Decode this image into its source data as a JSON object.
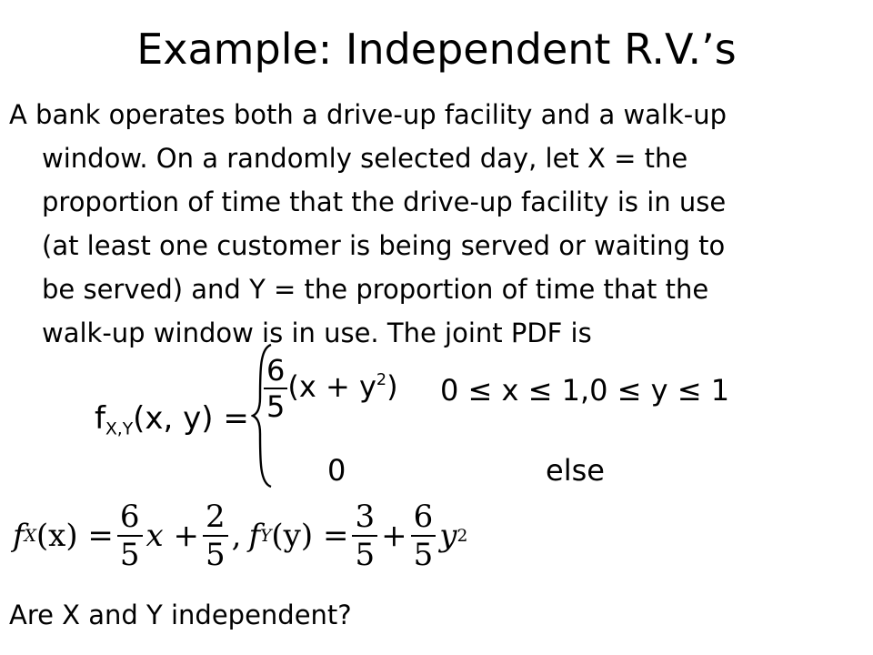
{
  "slide": {
    "title": "Example: Independent R.V.’s",
    "paragraph": [
      "A bank operates both a drive-up facility and a walk-up",
      "window. On a randomly selected day, let X = the",
      "proportion of time that the drive-up facility is in use",
      "(at least one customer is being served or waiting to",
      "be served) and Y = the proportion of time that the",
      "walk-up window is in use. The joint PDF is"
    ],
    "pdf": {
      "lhs_f": "f",
      "lhs_sub": "X,Y",
      "lhs_args": "(x, y) =",
      "case1_num": "6",
      "case1_den": "5",
      "case1_expr_open": "(x + y",
      "case1_exp": "2",
      "case1_expr_close": ")",
      "case1_condition": "0 ≤ x ≤ 1,0 ≤ y ≤ 1",
      "case2_value": "0",
      "case2_condition": "else"
    },
    "marginals": {
      "fx_f": "f",
      "fx_sub": "X",
      "fx_args": "(x) =",
      "fx_n1": "6",
      "fx_d1": "5",
      "fx_var": "x +",
      "fx_n2": "2",
      "fx_d2": "5",
      "sep": ",",
      "fy_f": "f",
      "fy_sub": "Y",
      "fy_args": "(y) =",
      "fy_n1": "3",
      "fy_d1": "5",
      "fy_plus": "+",
      "fy_n2": "6",
      "fy_d2": "5",
      "fy_var": "y",
      "fy_exp": "2"
    },
    "question": "Are X and Y independent?"
  }
}
